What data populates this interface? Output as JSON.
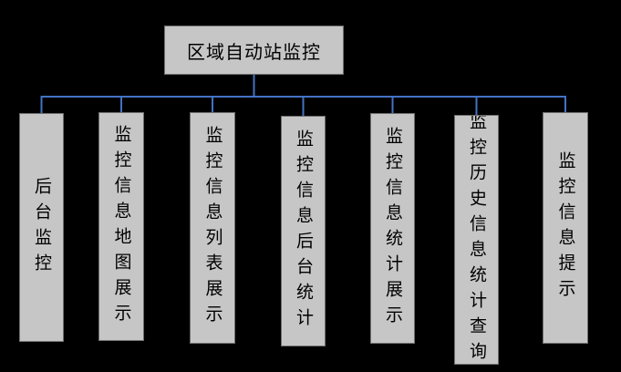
{
  "diagram": {
    "type": "tree",
    "root": {
      "label": "区域自动站监控"
    },
    "children": [
      {
        "label": "后台监控"
      },
      {
        "label": "监控信息地图展示"
      },
      {
        "label": "监控信息列表展示"
      },
      {
        "label": "监控信息后台统计"
      },
      {
        "label": "监控信息统计展示"
      },
      {
        "label": "监控历史信息统计查询"
      },
      {
        "label": "监控信息提示"
      }
    ]
  },
  "colors": {
    "background": "#000000",
    "box_fill": "#c6c6c6",
    "box_border": "#6e6e6e",
    "connector": "#4472c4",
    "text": "#000000"
  }
}
